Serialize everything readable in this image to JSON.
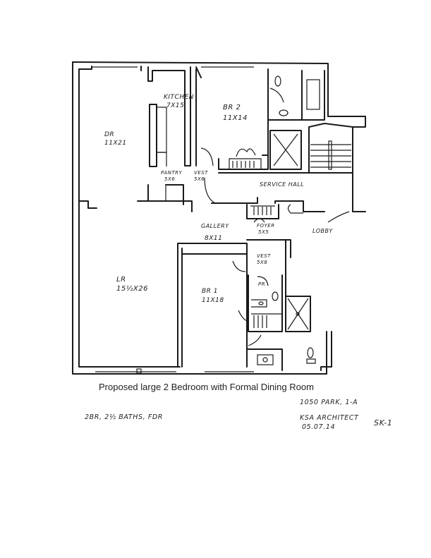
{
  "rooms": {
    "kitchen": {
      "name": "KITCHEN",
      "size": "7X15"
    },
    "br2": {
      "name": "BR 2",
      "size": "11X14"
    },
    "dr": {
      "name": "DR",
      "size": "11X21"
    },
    "pantry": {
      "name": "PANTRY",
      "size": "5X6"
    },
    "vest1": {
      "name": "VEST",
      "size": "5X6"
    },
    "service_hall": {
      "name": "SERVICE HALL"
    },
    "gallery": {
      "name": "GALLERY",
      "size": "8X11"
    },
    "foyer": {
      "name": "FOYER",
      "size": "5X5"
    },
    "lobby": {
      "name": "LOBBY"
    },
    "vest2": {
      "name": "VEST",
      "size": "5X8"
    },
    "pr": {
      "name": "PR"
    },
    "lr": {
      "name": "LR",
      "size": "15½X26"
    },
    "br1": {
      "name": "BR 1",
      "size": "11X18"
    }
  },
  "caption": "Proposed large 2 Bedroom with Formal Dining Room",
  "notes": {
    "summary": "2BR, 2½ BATHS, FDR",
    "address": "1050 PARK, 1-A",
    "architect": "KSA ARCHITECT",
    "date": "05.07.14",
    "sheet": "SK-1"
  }
}
